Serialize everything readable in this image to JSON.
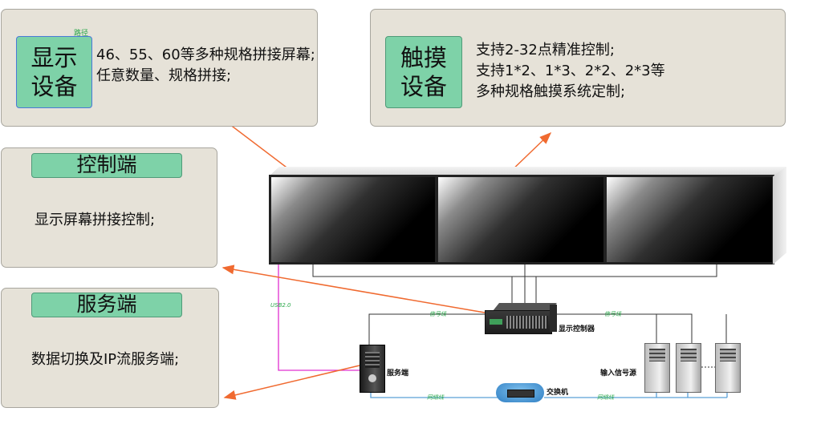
{
  "display_device": {
    "tag": [
      "显示",
      "设备"
    ],
    "lines": [
      "46、55、60等多种规格拼接屏幕;",
      "任意数量、规格拼接;"
    ],
    "overlay_label": "路径"
  },
  "touch_device": {
    "tag": [
      "触摸",
      "设备"
    ],
    "lines": [
      "支持2-32点精准控制;",
      "支持1*2、1*3、2*2、2*3等",
      "多种规格触摸系统定制;"
    ]
  },
  "control_end": {
    "title": "控制端",
    "text": "显示屏幕拼接控制;"
  },
  "service_end": {
    "title": "服务端",
    "text": "数据切换及IP流服务端;"
  },
  "diagram": {
    "display_controller_label": "显示控制器",
    "server_label": "服务端",
    "input_source_label": "输入信号源",
    "switch_label": "交换机",
    "usb_label": "USB2.0",
    "signal_line_label": "信号线",
    "network_line_label": "网络线"
  },
  "colors": {
    "panel_bg": "#e6e2d8",
    "tag_green": "#7ed2a8",
    "arrow": "#f06a30",
    "usb_line": "#e030d0",
    "net_line": "#5aa0d8",
    "label_green": "#2aa84a"
  }
}
